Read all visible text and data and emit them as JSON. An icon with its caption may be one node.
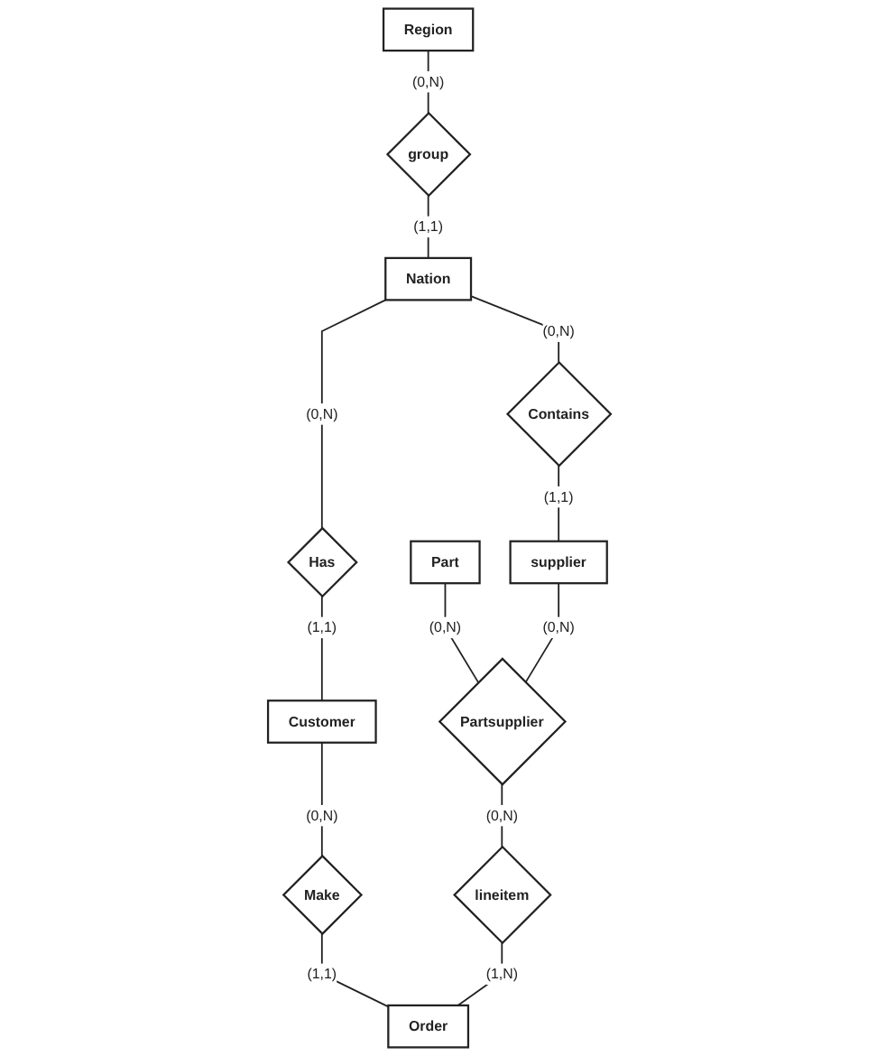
{
  "diagram": {
    "nodes": [
      {
        "text": [
          "Region"
        ]
      },
      {
        "text": [
          "group"
        ]
      },
      {
        "text": [
          "Nation"
        ]
      },
      {
        "text": [
          "Contains"
        ]
      },
      {
        "text": [
          "Has"
        ]
      },
      {
        "text": [
          "Part"
        ]
      },
      {
        "text": [
          "supplier"
        ]
      },
      {
        "text": [
          "Customer"
        ]
      },
      {
        "text": [
          "Partsupplier"
        ]
      },
      {
        "text": [
          "Make"
        ]
      },
      {
        "text": [
          "Order"
        ]
      },
      {
        "text": [
          "lineitem"
        ]
      }
    ],
    "edges": [
      {
        "from": 0,
        "to": 1,
        "arrow": "none",
        "label": "(0,N)"
      },
      {
        "from": 1,
        "to": 2,
        "arrow": "none",
        "label": "(1,1)"
      },
      {
        "from": 2,
        "to": 3,
        "arrow": "none",
        "label": "(0,N)"
      },
      {
        "from": 2,
        "to": 4,
        "arrow": "none",
        "label": "(0,N)"
      },
      {
        "from": 3,
        "to": 6,
        "arrow": "none",
        "label": "(1,1)"
      },
      {
        "from": 4,
        "to": 7,
        "arrow": "none",
        "label": "(1,1)"
      },
      {
        "from": 5,
        "to": 8,
        "arrow": "none",
        "label": "(0,N)"
      },
      {
        "from": 6,
        "to": 8,
        "arrow": "none",
        "label": "(0,N)"
      },
      {
        "from": 7,
        "to": 9,
        "arrow": "none",
        "label": "(0,N)"
      },
      {
        "from": 9,
        "to": 10,
        "arrow": "none",
        "label": "(1,1)"
      },
      {
        "from": 8,
        "to": 11,
        "arrow": "none",
        "label": "(0,N)"
      },
      {
        "from": 11,
        "to": 10,
        "arrow": "none",
        "label": "(1,N)"
      }
    ]
  }
}
